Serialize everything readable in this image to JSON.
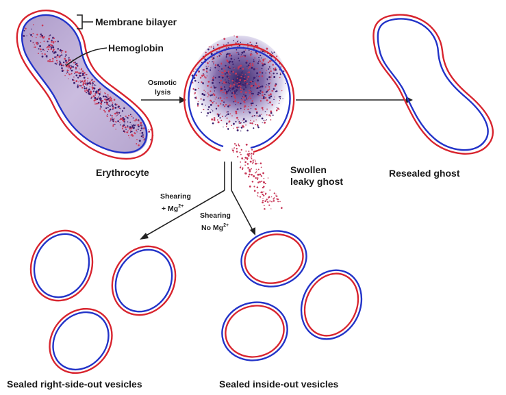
{
  "labels": {
    "membrane_bilayer": "Membrane bilayer",
    "hemoglobin": "Hemoglobin",
    "osmotic": "Osmotic",
    "lysis": "lysis",
    "erythrocyte": "Erythrocyte",
    "swollen": "Swollen",
    "leaky_ghost": "leaky ghost",
    "resealed_ghost": "Resealed ghost",
    "shearing_left": "Shearing",
    "plus_mg": "+ Mg",
    "mg_sup_left": "2+",
    "shearing_right": "Shearing",
    "no_mg": "No Mg",
    "mg_sup_right": "2+",
    "right_side_out": "Sealed right-side-out vesicles",
    "inside_out": "Sealed inside-out vesicles"
  },
  "colors": {
    "outer_membrane": "#d8242e",
    "inner_membrane": "#2233c8",
    "hemoglobin_core": "#3a1f6e",
    "hemoglobin_dots": "#c83a5a"
  }
}
